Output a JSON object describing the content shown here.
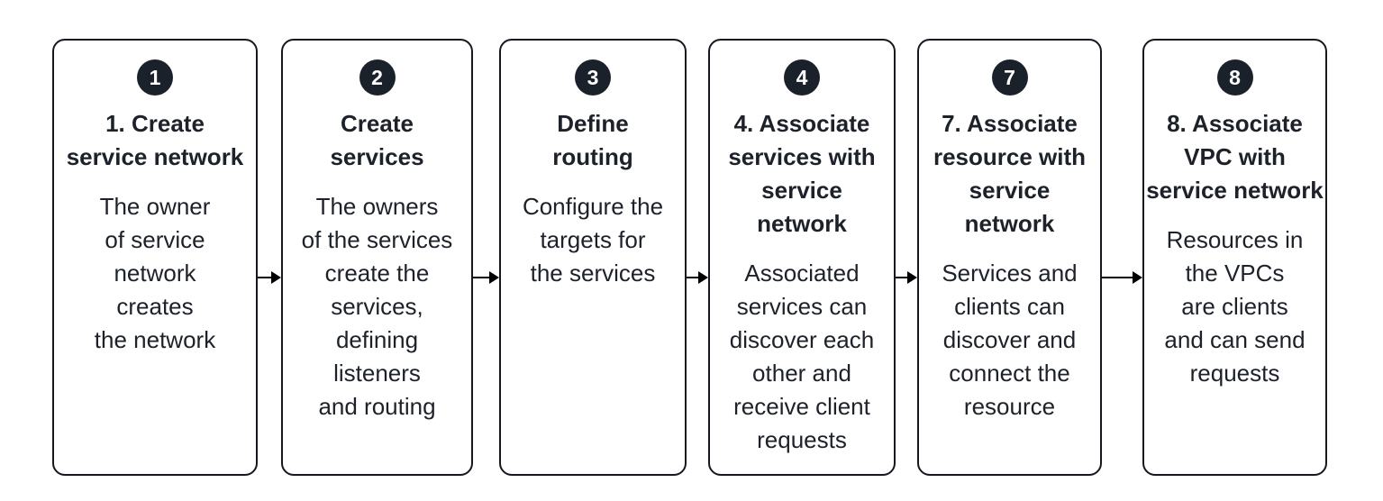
{
  "diagram": {
    "description": "Service network setup flow",
    "colors": {
      "background": "#ffffff",
      "box_border": "#14181f",
      "badge_fill": "#1a212b",
      "badge_text": "#ffffff",
      "text": "#1d222a",
      "arrow": "#000000"
    },
    "steps": [
      {
        "badge": "1",
        "title": "1. Create\nservice network",
        "body": "The owner\nof service\nnetwork\ncreates\nthe network"
      },
      {
        "badge": "2",
        "title": "Create\nservices",
        "body": "The owners\nof the services\ncreate the\nservices,\ndefining\nlisteners\nand routing"
      },
      {
        "badge": "3",
        "title": "Define\nrouting",
        "body": "Configure the\ntargets for\nthe services"
      },
      {
        "badge": "4",
        "title": "4. Associate\nservices with\nservice\nnetwork",
        "body": "Associated\nservices can\ndiscover each\nother and\nreceive client\nrequests"
      },
      {
        "badge": "7",
        "title": "7. Associate\nresource with\nservice\nnetwork",
        "body": "Services and\nclients can\ndiscover and\nconnect the\nresource"
      },
      {
        "badge": "8",
        "title": "8. Associate\nVPC with\nservice network",
        "body": "Resources in\nthe VPCs\nare clients\nand can send\nrequests"
      }
    ]
  }
}
